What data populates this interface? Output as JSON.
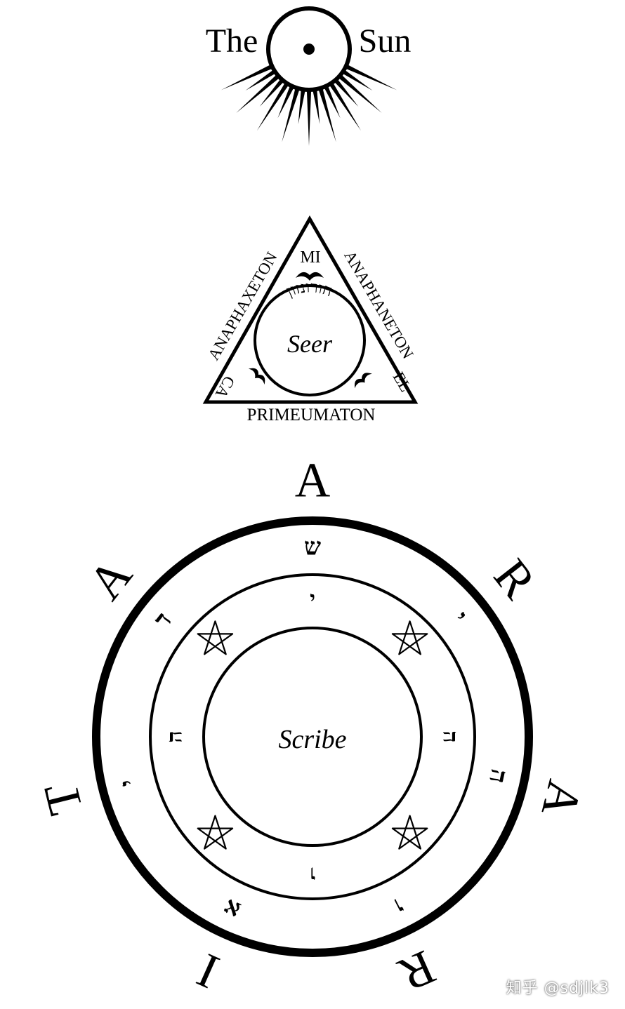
{
  "sun": {
    "label_left": "The",
    "label_right": "Sun"
  },
  "triangle": {
    "top_word": "MI",
    "left_corner": "CA",
    "right_corner": "EL",
    "left_side": "ANAPHAXETON",
    "right_side": "ANAPHANETON",
    "bottom_side": "PRIMEUMATON",
    "hebrew_arc": "חורונזון",
    "center": "Seer"
  },
  "circle": {
    "center": "Scribe",
    "outer_letters": [
      "A",
      "R",
      "A",
      "R",
      "I",
      "T",
      "A"
    ],
    "outer_hebrew": [
      "ש",
      "י",
      "ה",
      "ו",
      "א",
      "י",
      "ד"
    ],
    "inner_hebrew": [
      "י",
      "ה",
      "ו",
      "ה"
    ]
  },
  "watermark": "知乎 @sdjlk3",
  "colors": {
    "ink": "#000000",
    "paper": "#ffffff"
  }
}
